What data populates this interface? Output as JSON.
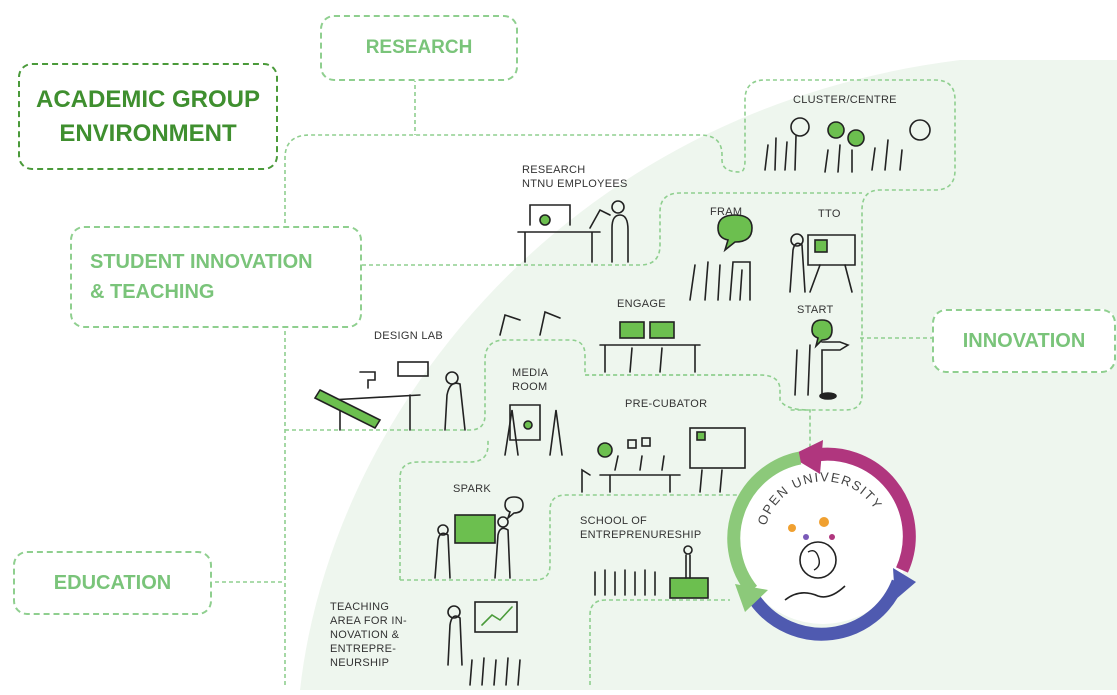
{
  "headers": {
    "academic": [
      "ACADEMIC GROUP",
      "ENVIRONMENT"
    ],
    "research": "RESEARCH",
    "student": [
      "STUDENT INNOVATION",
      "& TEACHING"
    ],
    "innovation": "INNOVATION",
    "education": "EDUCATION"
  },
  "areas": {
    "cluster": "CLUSTER/CENTRE",
    "research_employees": [
      "RESEARCH",
      "NTNU EMPLOYEES"
    ],
    "fram": "FRAM",
    "tto": "TTO",
    "start": "START",
    "engage": "ENGAGE",
    "design_lab": "DESIGN LAB",
    "media_room": [
      "MEDIA",
      "ROOM"
    ],
    "pre_cubator": "PRE-CUBATOR",
    "spark": "SPARK",
    "school": [
      "SCHOOL OF",
      "ENTREPRENURESHIP"
    ],
    "teaching": [
      "TEACHING",
      "AREA FOR IN-",
      "NOVATION &",
      "ENTREPRE-",
      "NEURSHIP"
    ]
  },
  "cycle": {
    "label": "OPEN UNIVERSITY",
    "colors": {
      "green": "#8cc97a",
      "magenta": "#b0367e",
      "blue": "#4f5ab0"
    }
  },
  "colors": {
    "border": "#8fcf8f",
    "header_text": "#7ac47a",
    "dark_green": "#3f8f2f",
    "bg_blob": "#eef6ee"
  }
}
